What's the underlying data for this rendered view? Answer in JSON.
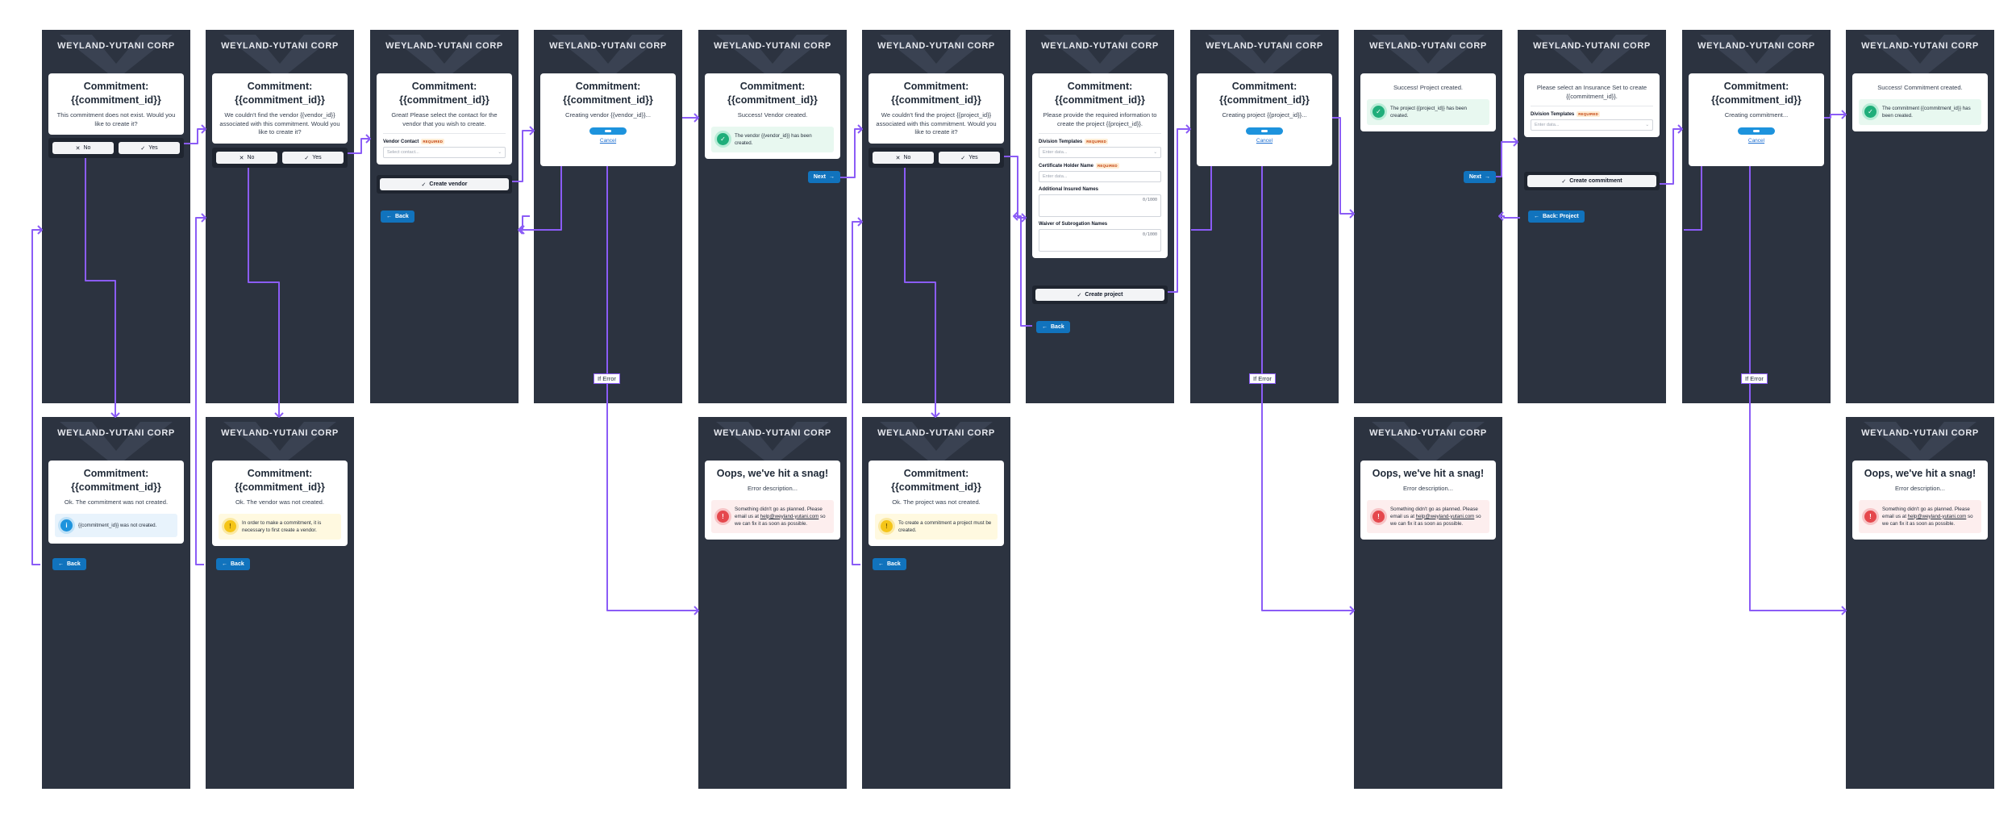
{
  "brand": "WEYLAND-YUTANI CORP",
  "labels": {
    "no": "No",
    "yes": "Yes",
    "back": "Back",
    "next": "Next",
    "cancel": "Cancel",
    "if_error": "If Error",
    "create_vendor": "Create vendor",
    "create_project": "Create project",
    "create_commitment": "Create commitment",
    "back_project": "Back: Project",
    "required": "REQUIRED",
    "commitment_title": "Commitment: {{commitment_id}}",
    "oops_title": "Oops, we've hit a snag!",
    "error_description": "Error description...",
    "error_body_1": "Something didn't go as planned. Please email us at ",
    "error_email": "help@weyland-yutani.com",
    "error_body_2": " so we can fix it as soon as possible."
  },
  "screens": {
    "s1": {
      "msg": "This commitment does not exist. Would you like to create it?"
    },
    "s2": {
      "msg": "We couldn't find the vendor {{vendor_id}} associated with this commitment. Would you like to create it?"
    },
    "s3": {
      "msg": "Great! Please select the contact for the vendor that you wish to create.",
      "field_label": "Vendor Contact",
      "field_placeholder": "Select contact..."
    },
    "s4": {
      "msg": "Creating vendor {{vendor_id}}..."
    },
    "s5": {
      "msg": "Success! Vendor created.",
      "alert": "The vendor {{vendor_id}} has been created."
    },
    "s6": {
      "msg": "We couldn't find the project {{project_id}} associated with this commitment. Would you like to create it?"
    },
    "s7": {
      "msg": "Please provide the required information to create the project {{project_id}}.",
      "f1": "Division Templates",
      "f1_ph": "Enter data...",
      "f2": "Certificate Holder Name",
      "f2_ph": "Enter data...",
      "f3": "Additional Insured Names",
      "f3_count": "0/1000",
      "f4": "Waiver of Subrogation Names",
      "f4_count": "0/1000"
    },
    "s8": {
      "msg": "Creating project {{project_id}}..."
    },
    "s9": {
      "msg": "Success! Project created.",
      "alert": "The project {{project_id}} has been created."
    },
    "s10": {
      "msg": "Please select an Insurance Set to create {{commitment_id}}.",
      "f1": "Division Templates",
      "f1_ph": "Enter data..."
    },
    "s11": {
      "msg": "Creating commitment..."
    },
    "s12": {
      "msg": "Success! Commitment created.",
      "alert": "The commitment {{commitment_id}} has been created."
    },
    "b1": {
      "msg": "Ok. The commitment was not created.",
      "alert": "{{commitment_id}} was not created."
    },
    "b2": {
      "msg": "Ok. The vendor was not created.",
      "alert": "In order to make a commitment, it is necessary to first create a vendor."
    },
    "b6": {
      "msg": "Ok. The project was not created.",
      "alert": "To create a commitment a project must be created."
    }
  },
  "colors": {
    "connector": "#8b5cf6",
    "screen_bg": "#2c3340",
    "primary_button": "#1173bd"
  }
}
